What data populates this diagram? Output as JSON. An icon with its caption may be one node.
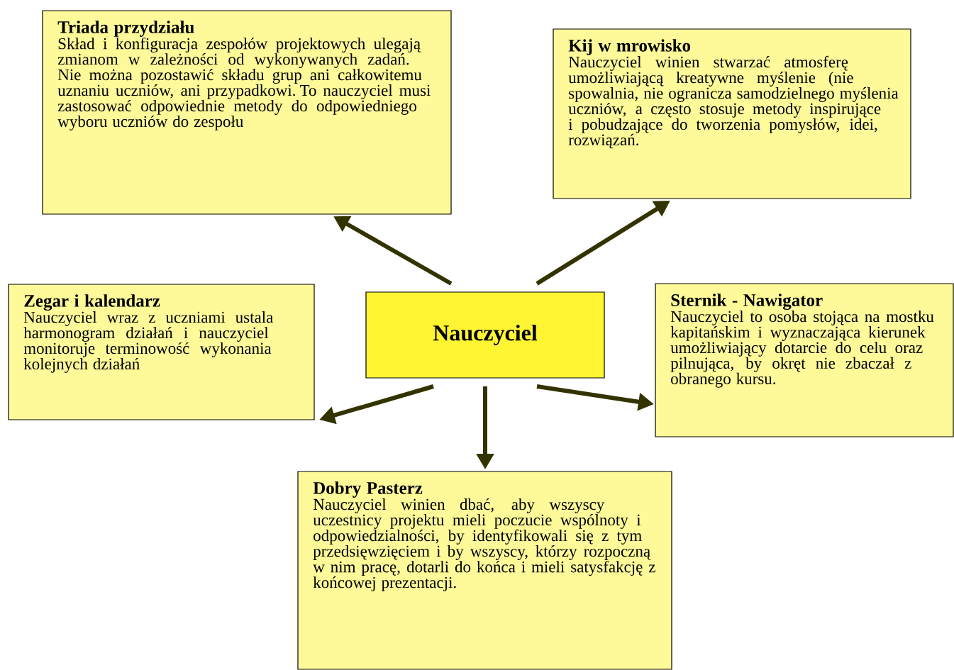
{
  "diagram": {
    "nodes": [
      {
        "text": [
          "Triada przydziału",
          "Skład i konfiguracja zespołów projektowych ulegają zmianom w zależności od wykonywanych zadań. Nie można pozostawić składu grup ani całkowitemu uznaniu uczniów, ani przypadkowi. To nauczyciel musi zastosować odpowiednie metody do odpowiedniego wyboru uczniów do zespołu"
        ]
      },
      {
        "text": [
          "Kij w mrowisko",
          "Nauczyciel winien stwarzać atmosferę umożliwiającą kreatywne myślenie (nie spowalnia, nie ogranicza samodzielnego myślenia uczniów, a często stosuje metody inspirujące i pobudzające do tworzenia pomysłów, idei, rozwiązań."
        ]
      },
      {
        "text": [
          "Zegar i kalendarz",
          "Nauczyciel wraz z uczniami ustala harmonogram działań i nauczyciel monitoruje terminowość wykonania kolejnych działań"
        ]
      },
      {
        "text": [
          "Nauczyciel"
        ]
      },
      {
        "text": [
          "Sternik - Nawigator",
          "Nauczyciel to osoba stojąca na mostku kapitańskim i wyznaczająca kierunek umożliwiający dotarcie do celu oraz pilnująca, by okręt nie zbaczał z obranego kursu."
        ]
      },
      {
        "text": [
          "Dobry Pasterz",
          "Nauczyciel winien dbać, aby wszyscy uczestnicy projektu mieli poczucie wspólnoty i odpowiedzialności, by identyfikowali się z tym przedsięwzięciem i by wszyscy, którzy rozpoczną w nim pracę, dotarli do końca i mieli satysfakcję z końcowej prezentacji."
        ]
      }
    ],
    "edges": [
      {
        "from": 3,
        "to": 0,
        "arrow": "to"
      },
      {
        "from": 3,
        "to": 1,
        "arrow": "to"
      },
      {
        "from": 3,
        "to": 2,
        "arrow": "to"
      },
      {
        "from": 3,
        "to": 5,
        "arrow": "to"
      },
      {
        "from": 3,
        "to": 4,
        "arrow": "to"
      }
    ]
  }
}
